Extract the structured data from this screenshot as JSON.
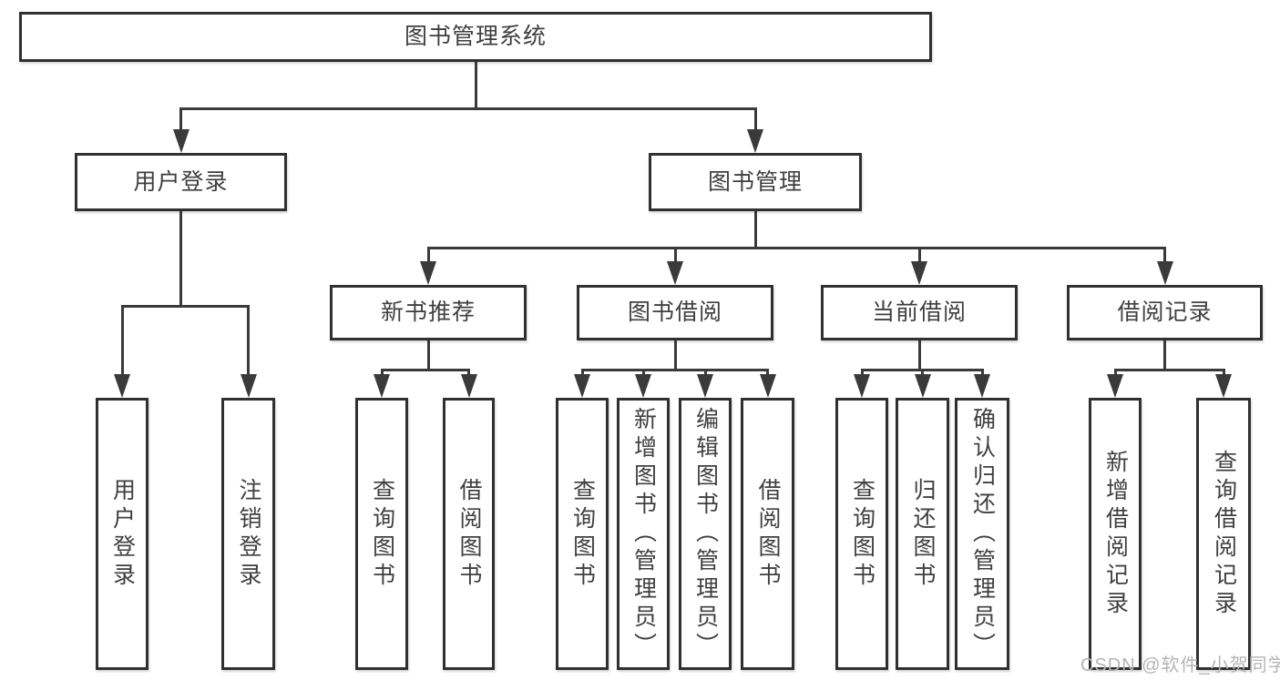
{
  "diagram": {
    "title": "图书管理系统",
    "nodes": [
      {
        "id": "root",
        "label": "图书管理系统",
        "parent": null
      },
      {
        "id": "user-login-group",
        "label": "用户登录",
        "parent": "root"
      },
      {
        "id": "book-mgmt",
        "label": "图书管理",
        "parent": "root"
      },
      {
        "id": "new-book-rec",
        "label": "新书推荐",
        "parent": "book-mgmt"
      },
      {
        "id": "book-borrow",
        "label": "图书借阅",
        "parent": "book-mgmt"
      },
      {
        "id": "current-borrow",
        "label": "当前借阅",
        "parent": "book-mgmt"
      },
      {
        "id": "borrow-records",
        "label": "借阅记录",
        "parent": "book-mgmt"
      },
      {
        "id": "user-login",
        "label": "用户登录",
        "parent": "user-login-group"
      },
      {
        "id": "logout",
        "label": "注销登录",
        "parent": "user-login-group"
      },
      {
        "id": "rec-query-book",
        "label": "查询图书",
        "parent": "new-book-rec"
      },
      {
        "id": "rec-borrow-book",
        "label": "借阅图书",
        "parent": "new-book-rec"
      },
      {
        "id": "bb-query-book",
        "label": "查询图书",
        "parent": "book-borrow"
      },
      {
        "id": "bb-add-book",
        "label": "新增图书（管理员）",
        "parent": "book-borrow"
      },
      {
        "id": "bb-edit-book",
        "label": "编辑图书（管理员）",
        "parent": "book-borrow"
      },
      {
        "id": "bb-borrow-book",
        "label": "借阅图书",
        "parent": "book-borrow"
      },
      {
        "id": "cb-query-book",
        "label": "查询图书",
        "parent": "current-borrow"
      },
      {
        "id": "cb-return-book",
        "label": "归还图书",
        "parent": "current-borrow"
      },
      {
        "id": "cb-confirm-return",
        "label": "确认归还（管理员）",
        "parent": "current-borrow"
      },
      {
        "id": "br-add-record",
        "label": "新增借阅记录",
        "parent": "borrow-records"
      },
      {
        "id": "br-query-record",
        "label": "查询借阅记录",
        "parent": "borrow-records"
      }
    ]
  },
  "watermark": {
    "text": "CSDN @软件_小贺同学"
  },
  "colors": {
    "line": "#3a3a3a",
    "box_border": "#303030",
    "text": "#3f3f3f",
    "background": "#ffffff",
    "watermark": "#b5b5b5"
  }
}
